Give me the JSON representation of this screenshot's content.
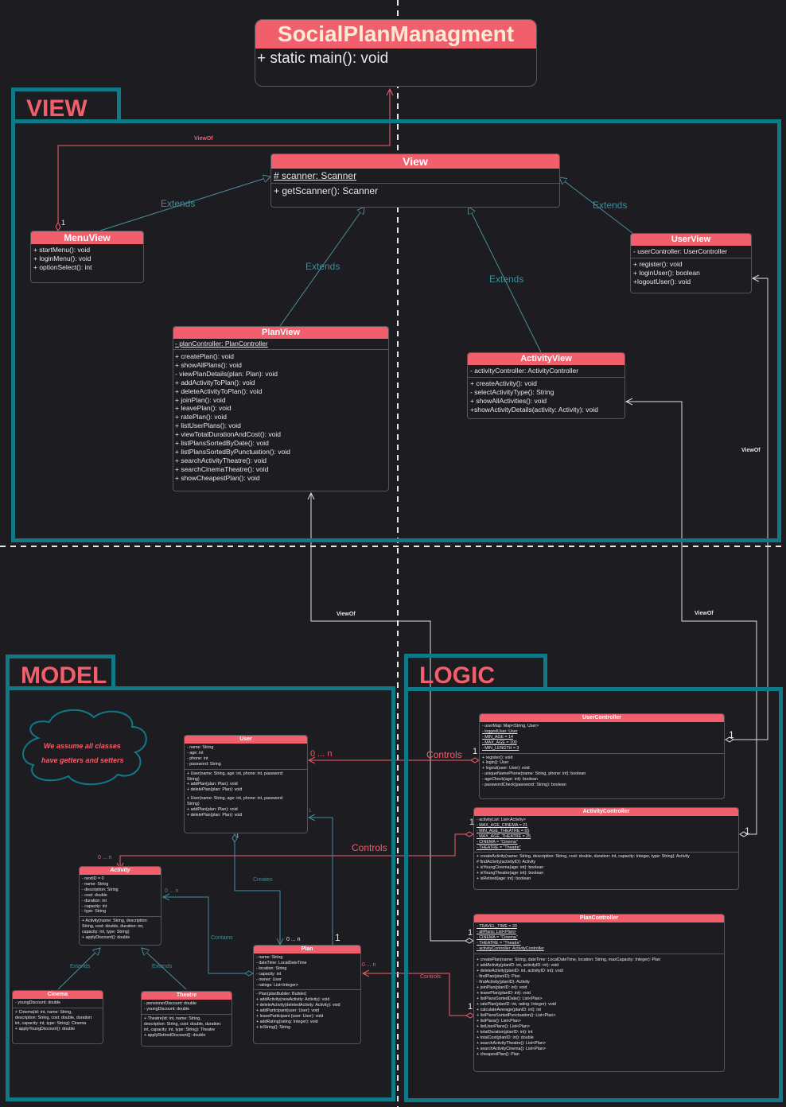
{
  "packages": {
    "view": "VIEW",
    "model": "MODEL",
    "logic": "LOGIC"
  },
  "note": {
    "line1": "We assume all classes",
    "line2": "have getters and setters"
  },
  "classes": {
    "main": {
      "name": "SocialPlanManagment",
      "methods": [
        "+ static main(): void"
      ]
    },
    "view": {
      "name": "View",
      "attrs": [
        "# scanner: Scanner"
      ],
      "methods": [
        "+ getScanner(): Scanner"
      ]
    },
    "menuView": {
      "name": "MenuView",
      "methods": [
        "+ startMenu(): void",
        "+ loginMenu(): void",
        "+ optionSelect(): int"
      ]
    },
    "userView": {
      "name": "UserView",
      "attrs": [
        "- userController: UserController"
      ],
      "methods": [
        "+ register(): void",
        "+ loginUser(): boolean",
        "+logoutUser(): void"
      ]
    },
    "planView": {
      "name": "PlanView",
      "attrs": [
        "- planController: PlanController"
      ],
      "methods": [
        "+ createPlan(): void",
        "+ showAllPlans(): void",
        "- viewPlanDetails(plan: Plan): void",
        "+ addActivityToPlan(): void",
        "+ deleteActivityToPlan(): void",
        "+ joinPlan(): void",
        "+ leavePlan(): void",
        "+ ratePlan(): void",
        "+ listUserPlans(): void",
        "+ viewTotalDurationAndCost(): void",
        "+ listPlansSortedByDate(): void",
        "+ listPlansSortedByPunctuation(): void",
        "+ searchActivityTheatre(): void",
        "+ searchCinemaTheatre(): void",
        "+ showCheapestPlan(): void"
      ]
    },
    "activityView": {
      "name": "ActivityView",
      "attrs": [
        "- activityController: ActivityController"
      ],
      "methods": [
        "+ createActivity(): void",
        "- selectActivityType(): String",
        "+ showAllActivities(): void",
        "+showActivityDetails(activity: Activity): void"
      ]
    },
    "user": {
      "name": "User",
      "attrs": [
        "- name: String",
        "- age: int",
        "- phone: int",
        "- password: String"
      ],
      "methods": [
        "+ User(name: String, age: int, phone: int, password:",
        "String)",
        "+ addPlan(plan: Plan): void",
        "+ deletePlan(plan: Plan): void"
      ],
      "extra": [
        "+ User(name: String, age: int, phone: int, password:",
        "String)",
        "+ addPlan(plan: Plan): void",
        "+ deletePlan(plan: Plan): void"
      ]
    },
    "activity": {
      "name": "Activity",
      "attrs": [
        "- nextID = 0",
        "- name: String",
        "- description: String",
        "- cost: double",
        "- duration: int",
        "- capacity: int",
        "- type: String"
      ],
      "methods": [
        "+ Activity(name: String, description:",
        "String, cost: double, duration: int,",
        "capacity: int, type: String)",
        "+ applyDiscount(): double"
      ]
    },
    "cinema": {
      "name": "Cinema",
      "attrs": [
        "- youngDiscount: double"
      ],
      "methods": [
        "+ Cinema(id: int, name: String,",
        "description: String, cost: double, duration:",
        "int, capacity: int, type: String): Cinema",
        "+ applyYoungDiscount(): double"
      ]
    },
    "theatre": {
      "name": "Theatre",
      "attrs": [
        "- pensionerDiscount: double",
        "- youngDiscount: double"
      ],
      "methods": [
        "+ Theatre(id: int, name: String,",
        "description: String, cost: double, duration:",
        "int, capacity: int, type: String): Theatre",
        "+ applyRetiredDiscount(): double"
      ]
    },
    "plan": {
      "name": "Plan",
      "attrs": [
        "- name: String",
        "- dateTime: LocalDateTime",
        "- location: String",
        "- capacity: int",
        "- owner: User",
        "- ratings: List<Integer>"
      ],
      "methods": [
        "- Plan(planBuilder: Builder)",
        "+ addActivity(newActivity: Activity): void",
        "+ deleteActivity(deletedActivity: Activity): void",
        "+ addParticipant(user: User): void",
        "+ leaveParticipant (user: User): void",
        "+ addRating(rating: Integer): void",
        "+ toString(): String"
      ]
    },
    "userController": {
      "name": "UserController",
      "attrs": [
        "- userMap: Map<String, User>",
        "- loggedUser: User",
        "- MIN_AGE = 14",
        "- MAX_AGE = 100",
        "- MIN_LENGTH = 3"
      ],
      "methods": [
        "+ register(): void",
        "+ login(): User",
        "+ logout(user: User): void",
        "- uniqueNamePhone(name: String, phone: int): boolean",
        "- ageCheck(age: int): boolean",
        "- passwordCheck(password: String): boolean"
      ]
    },
    "activityController": {
      "name": "ActivityController",
      "attrs": [
        "- activityList: List<Activity>",
        "- MAX_AGE_CINEMA = 21",
        "- MIN_AGE_THEATRE = 65",
        "- MAX_AGE_THEATRE = 25",
        "- CINEMA = \"Cinema\"",
        "- THEATRE = \"Theatre\""
      ],
      "methods": [
        "+ createActivity(name: String, description: String, cost: double, duration: int, capacity: Integer, type: String): Activity",
        "# findActivity(activityID): Activity",
        "+ isYoungCinema(age: int): boolean",
        "+ isYoungTheatre(age: int): boolean",
        "+ isRetired(age: int): boolean"
      ]
    },
    "planController": {
      "name": "PlanController",
      "attrs": [
        "- TRAVEL_TIME = 20",
        "- allPlans: List<Plan>",
        "- CINEMA = \"Cinema\"",
        "- THEATRE = \"Theatre\"",
        "- activityController: ActivityController"
      ],
      "methods": [
        "+ createPlan(name: String, dateTime: LocalDateTime, location: String, maxCapacity: Integer): Plan",
        "+ addActivity(planID: int, activityID: int): void",
        "+ deleteActivity(planID: int, activityID: int): void",
        "- findPlan(planID): Plan",
        "- findActivity(planID): Activity",
        "+ joinPlan(planID: int): void",
        "+ leavePlan(planID: int): void",
        "+ listPlansSortedDate(): List<Plan>",
        "+ ratePlan(planID: int, rating: Integer): void",
        "+ calculateAverage(planID: int): int",
        "+ listPlansSortedPunctuation(): List<Plan>",
        "+ listPlans(): List<Plan>",
        "+ listUserPlans(): List<Plan>",
        "+ totalDuration(planID: int): int",
        "+ totalCost(planID: int): double",
        "+ searchActivityTheatre(): List<Plan>",
        "+ searchActivityCinema(): List<Plan>",
        "+ cheapestPlan(): Plan"
      ]
    }
  },
  "labels": {
    "extends": "Extends",
    "viewOf": "ViewOf",
    "controls": "Controls",
    "creates": "Creates",
    "contains": "Contains",
    "one": "1",
    "zeroN": "0 ... n",
    "zeroNshort": "0 ... n"
  },
  "colors": {
    "accent": "#f15f6c",
    "package": "#0f7a87",
    "line": "#cfcfcf",
    "teal": "#3d8f9c"
  }
}
